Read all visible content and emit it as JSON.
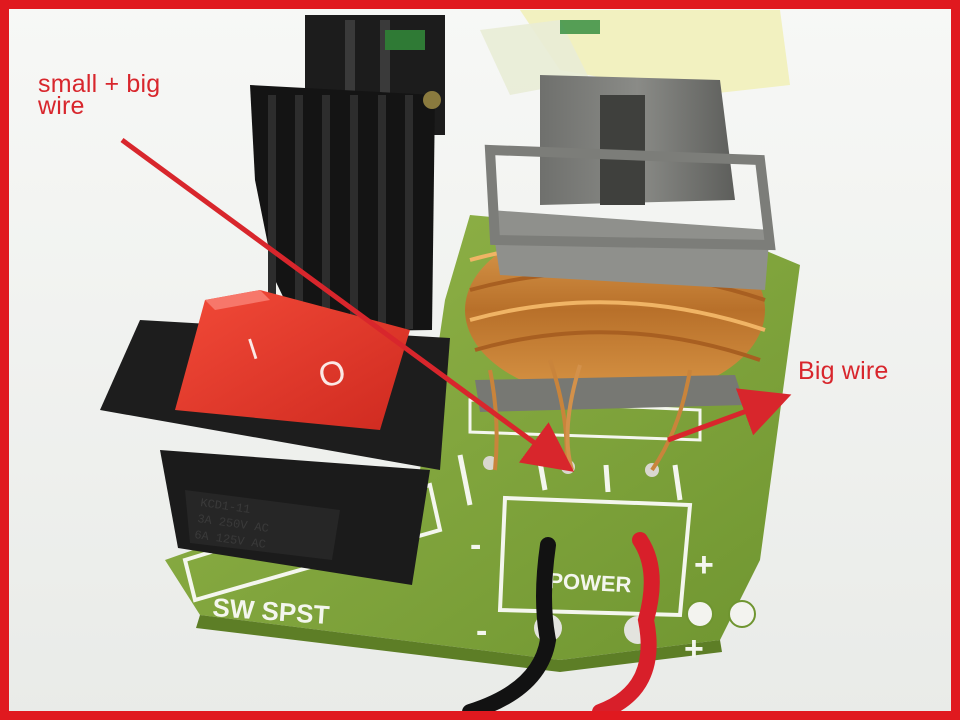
{
  "annotations": {
    "small_big_wire_line1": "small + big",
    "small_big_wire_line2": "wire",
    "big_wire": "Big wire"
  },
  "pcb": {
    "silkscreen_switch": "SW SPST",
    "silkscreen_power": "POWER",
    "minus_left": "-",
    "minus_bottom": "-",
    "plus_right": "+",
    "plus_bottom": "+"
  },
  "rocker_switch": {
    "on_mark": "I",
    "off_mark": "O",
    "label_line1": "KCD1-11",
    "label_line2": "3A 250V AC",
    "label_line3": "6A 125V AC"
  },
  "colors": {
    "frame": "#e0191f",
    "annotation": "#d8262c",
    "pcb_green": "#7fa33a",
    "copper": "#c9843b",
    "switch_red": "#e8352b"
  }
}
